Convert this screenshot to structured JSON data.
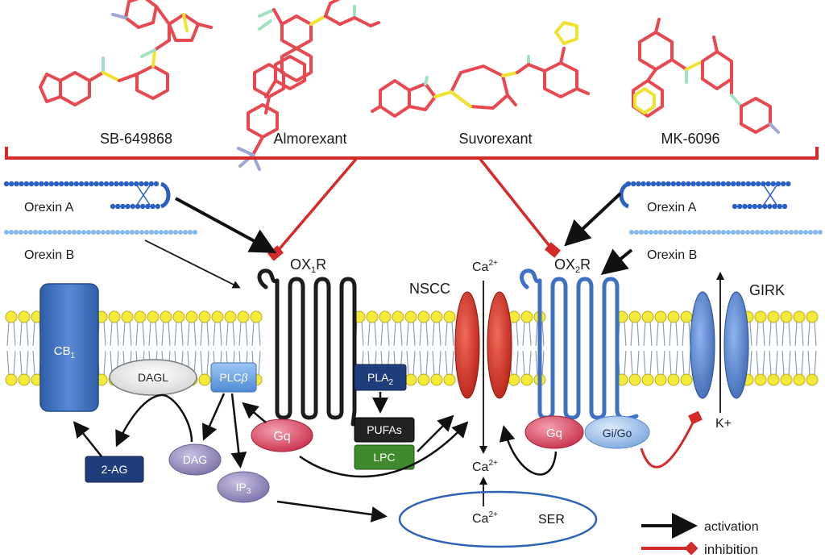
{
  "drugs": [
    {
      "name": "SB-649868"
    },
    {
      "name": "Almorexant"
    },
    {
      "name": "Suvorexant"
    },
    {
      "name": "MK-6096"
    }
  ],
  "peptides": {
    "left_orexin_a": "Orexin A",
    "left_orexin_b": "Orexin B",
    "right_orexin_a": "Orexin A",
    "right_orexin_b": "Orexin B"
  },
  "receptors": {
    "ox1r_base": "OX",
    "ox1r_sub": "1",
    "ox1r_suffix": "R",
    "ox2r_base": "OX",
    "ox2r_sub": "2",
    "ox2r_suffix": "R",
    "cb1_base": "CB",
    "cb1_sub": "1"
  },
  "channels": {
    "nscc": "NSCC",
    "girk": "GIRK",
    "k_ion": "K+"
  },
  "nodes": {
    "dagl": "DAGL",
    "plcb_base": "PLC",
    "plcb_greek": "β",
    "gq_left": "Gq",
    "gq_right": "Gq",
    "gi_go": "Gi/Go",
    "dag": "DAG",
    "ip3_base": "IP",
    "ip3_sub": "3",
    "two_ag": "2-AG",
    "pla2_base": "PLA",
    "pla2_sub": "2",
    "pufas": "PUFAs",
    "lpc": "LPC",
    "ser": "SER"
  },
  "calcium": {
    "base": "Ca",
    "sup": "2+"
  },
  "legend": {
    "activation": "activation",
    "inhibition": "inhibition"
  },
  "colors": {
    "molecule_bond": "#e8484f",
    "molecule_heteroatom": "#f2e230",
    "inhibition": "#d52a2a",
    "activation": "#111111",
    "membrane_head": "#f3ea3a",
    "ox1r": "#1c1c1c",
    "ox2r": "#3e70c6",
    "cb1": "#3c6fb8",
    "nscc": "#d42a1f",
    "girk": "#4a78c4",
    "gq": "#d9425a",
    "dag_ip3": "#8f84b8",
    "two_ag": "#1f3d7a",
    "pla2": "#1f3d7a",
    "pufas": "#222222",
    "lpc": "#3e8a2c",
    "orexin_a": "#2a5fc4",
    "orexin_b": "#86b8ea",
    "ser": "#2f64b5"
  }
}
